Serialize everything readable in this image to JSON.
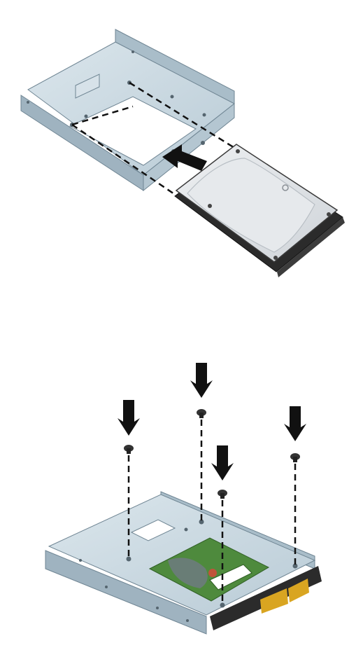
{
  "figure": {
    "steps": [
      {
        "id": "step-1",
        "items": [
          "adapter-bracket",
          "drive",
          "insert-arrow"
        ]
      },
      {
        "id": "step-2",
        "items": [
          "adapter-bracket",
          "drive",
          "screws",
          "down-arrows"
        ]
      }
    ],
    "screw_count": 4,
    "down_arrow_count": 4,
    "colors": {
      "bracket": "#c9d8e1",
      "bracket_shadow": "#9fb3c0",
      "bracket_edge": "#6f8593",
      "drive_cover": "#dfe3e7",
      "drive_frame": "#2b2b2b",
      "pcb": "#4e8a3d",
      "arrow": "#111111",
      "dash": "#111111"
    },
    "icons": [
      "arrow-right-icon",
      "arrow-down-icon",
      "screw-icon"
    ]
  }
}
